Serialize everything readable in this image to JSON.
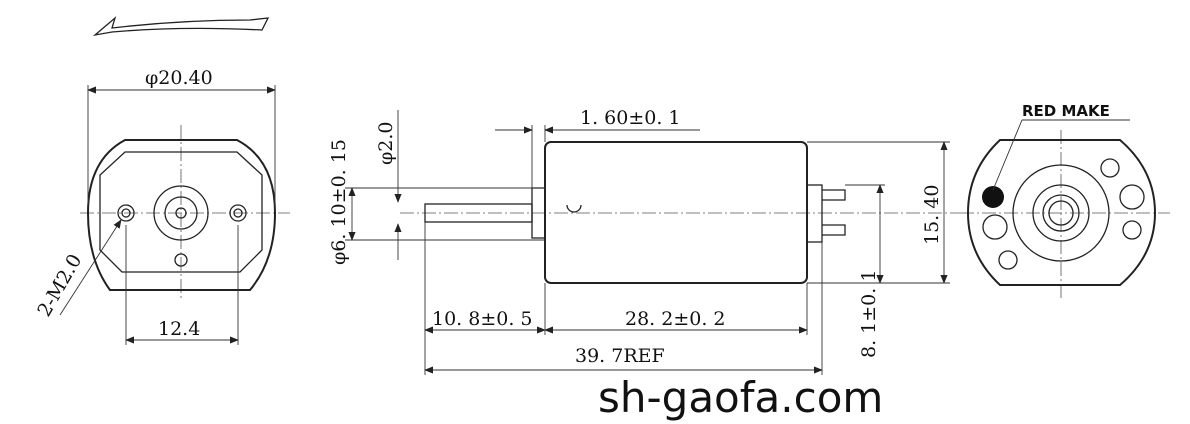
{
  "title": "",
  "dimensions": {
    "body_diameter": "φ20.40",
    "mount_holes": "2-M2.0",
    "hole_spacing": "12.4",
    "shaft_diameter": "φ2.0",
    "boss_diameter": "φ6. 10±0. 15",
    "boss_length": "1. 60±0. 1",
    "shaft_length": "10. 8±0. 5",
    "body_length": "28. 2±0. 2",
    "total_length": "39. 7REF",
    "body_height": "15. 40",
    "terminal_dim": "8. 1±0. 1"
  },
  "annotations": {
    "red_mark": "RED MAKE"
  },
  "watermark": "sh-gaofa.com",
  "colors": {
    "line": "#222222",
    "mark": "#111111"
  }
}
